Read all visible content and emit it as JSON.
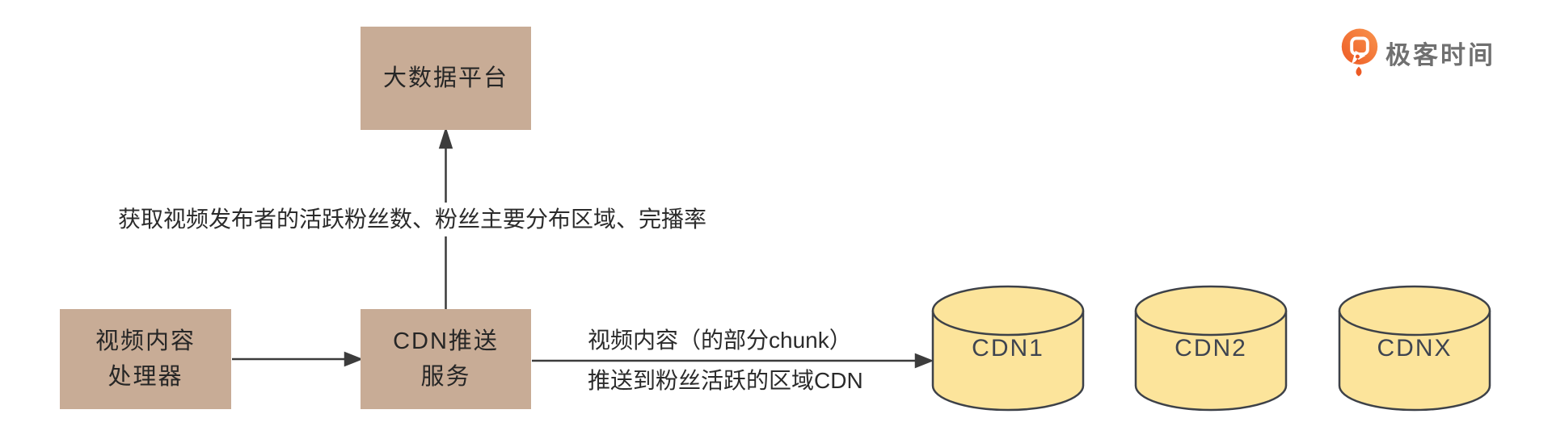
{
  "header": {
    "logo_text": "极客时间"
  },
  "diagram": {
    "boxes": [
      {
        "id": "big-data-platform",
        "lines": [
          "大数据平台"
        ]
      },
      {
        "id": "video-content-processor",
        "lines": [
          "视频内容",
          "处理器"
        ]
      },
      {
        "id": "cdn-push-service",
        "lines": [
          "CDN推送",
          "服务"
        ]
      }
    ],
    "cylinders": [
      {
        "label": "CDN1"
      },
      {
        "label": "CDN2"
      },
      {
        "label": "CDNX"
      }
    ],
    "edge_labels": {
      "bigdata_query": "获取视频发布者的活跃粉丝数、粉丝主要分布区域、完播率",
      "push_line1": "视频内容（的部分chunk）",
      "push_line2": "推送到粉丝活跃的区域CDN"
    },
    "colors": {
      "box_fill": "#c8ac96",
      "cylinder_fill": "#fce49b",
      "cylinder_stroke": "#3d4148",
      "line": "#3c3c3c",
      "text": "#262626",
      "logo_orange": "#ed5a24",
      "logo_orange_light": "#f9944d",
      "logo_text_gray": "#707070"
    }
  }
}
